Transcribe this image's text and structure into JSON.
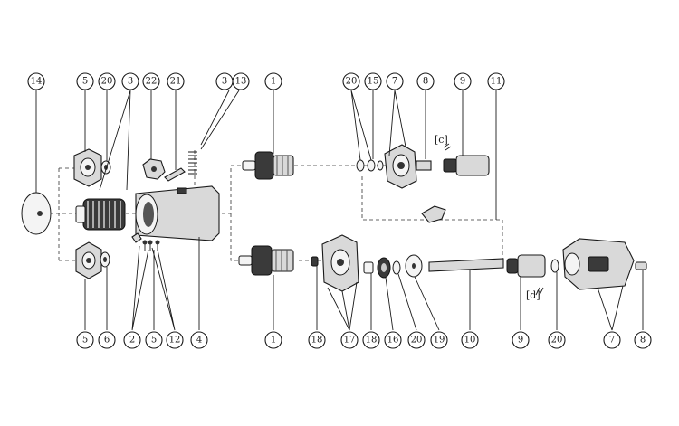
{
  "callouts_top": [
    {
      "id": "c14",
      "label": "14"
    },
    {
      "id": "c5a",
      "label": "5"
    },
    {
      "id": "c20a",
      "label": "20"
    },
    {
      "id": "c3a",
      "label": "3"
    },
    {
      "id": "c22",
      "label": "22"
    },
    {
      "id": "c21",
      "label": "21"
    },
    {
      "id": "c3b",
      "label": "3"
    },
    {
      "id": "c13",
      "label": "13"
    },
    {
      "id": "c1a",
      "label": "1"
    },
    {
      "id": "c20b",
      "label": "20"
    },
    {
      "id": "c15",
      "label": "15"
    },
    {
      "id": "c7a",
      "label": "7"
    },
    {
      "id": "c8a",
      "label": "8"
    },
    {
      "id": "c9a",
      "label": "9"
    },
    {
      "id": "c11",
      "label": "11"
    }
  ],
  "callouts_bottom": [
    {
      "id": "c5b",
      "label": "5"
    },
    {
      "id": "c6",
      "label": "6"
    },
    {
      "id": "c2",
      "label": "2"
    },
    {
      "id": "c5c",
      "label": "5"
    },
    {
      "id": "c12",
      "label": "12"
    },
    {
      "id": "c4",
      "label": "4"
    },
    {
      "id": "c1b",
      "label": "1"
    },
    {
      "id": "c18a",
      "label": "18"
    },
    {
      "id": "c17",
      "label": "17"
    },
    {
      "id": "c18b",
      "label": "18"
    },
    {
      "id": "c16",
      "label": "16"
    },
    {
      "id": "c20c",
      "label": "20"
    },
    {
      "id": "c19",
      "label": "19"
    },
    {
      "id": "c10",
      "label": "10"
    },
    {
      "id": "c9b",
      "label": "9"
    },
    {
      "id": "c20d",
      "label": "20"
    },
    {
      "id": "c7b",
      "label": "7"
    },
    {
      "id": "c8b",
      "label": "8"
    }
  ],
  "inline_labels": {
    "c": "[c]",
    "d": "[d]"
  }
}
